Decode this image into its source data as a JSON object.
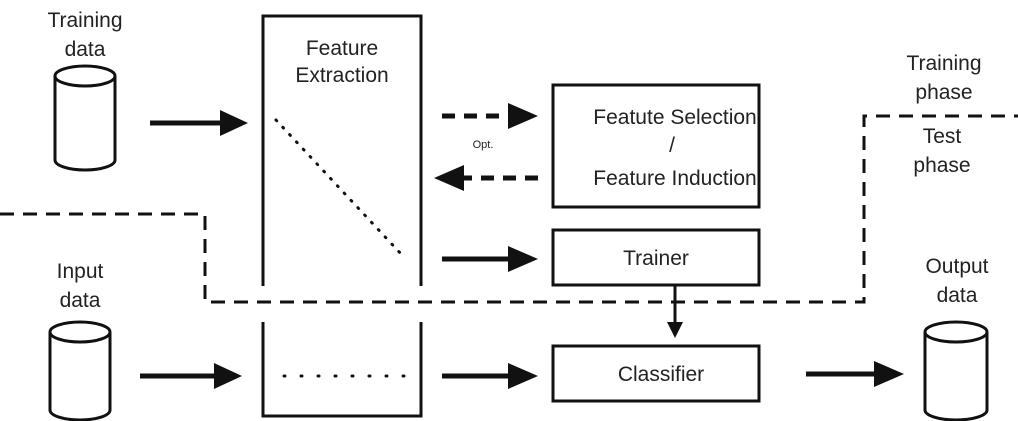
{
  "labels": {
    "training_data_line1": "Training",
    "training_data_line2": "data",
    "feature_extraction_line1": "Feature",
    "feature_extraction_line2": "Extraction",
    "feature_selection_line1": "Featute Selection",
    "feature_selection_line2": "/",
    "feature_selection_line3": "Feature Induction",
    "trainer": "Trainer",
    "classifier": "Classifier",
    "opt": "Opt.",
    "training_phase_line1": "Training",
    "training_phase_line2": "phase",
    "test_phase_line1": "Test",
    "test_phase_line2": "phase",
    "input_data_line1": "Input",
    "input_data_line2": "data",
    "output_data_line1": "Output",
    "output_data_line2": "data"
  },
  "colors": {
    "stroke": "#111111",
    "text": "#222222",
    "background": "#ffffff"
  }
}
